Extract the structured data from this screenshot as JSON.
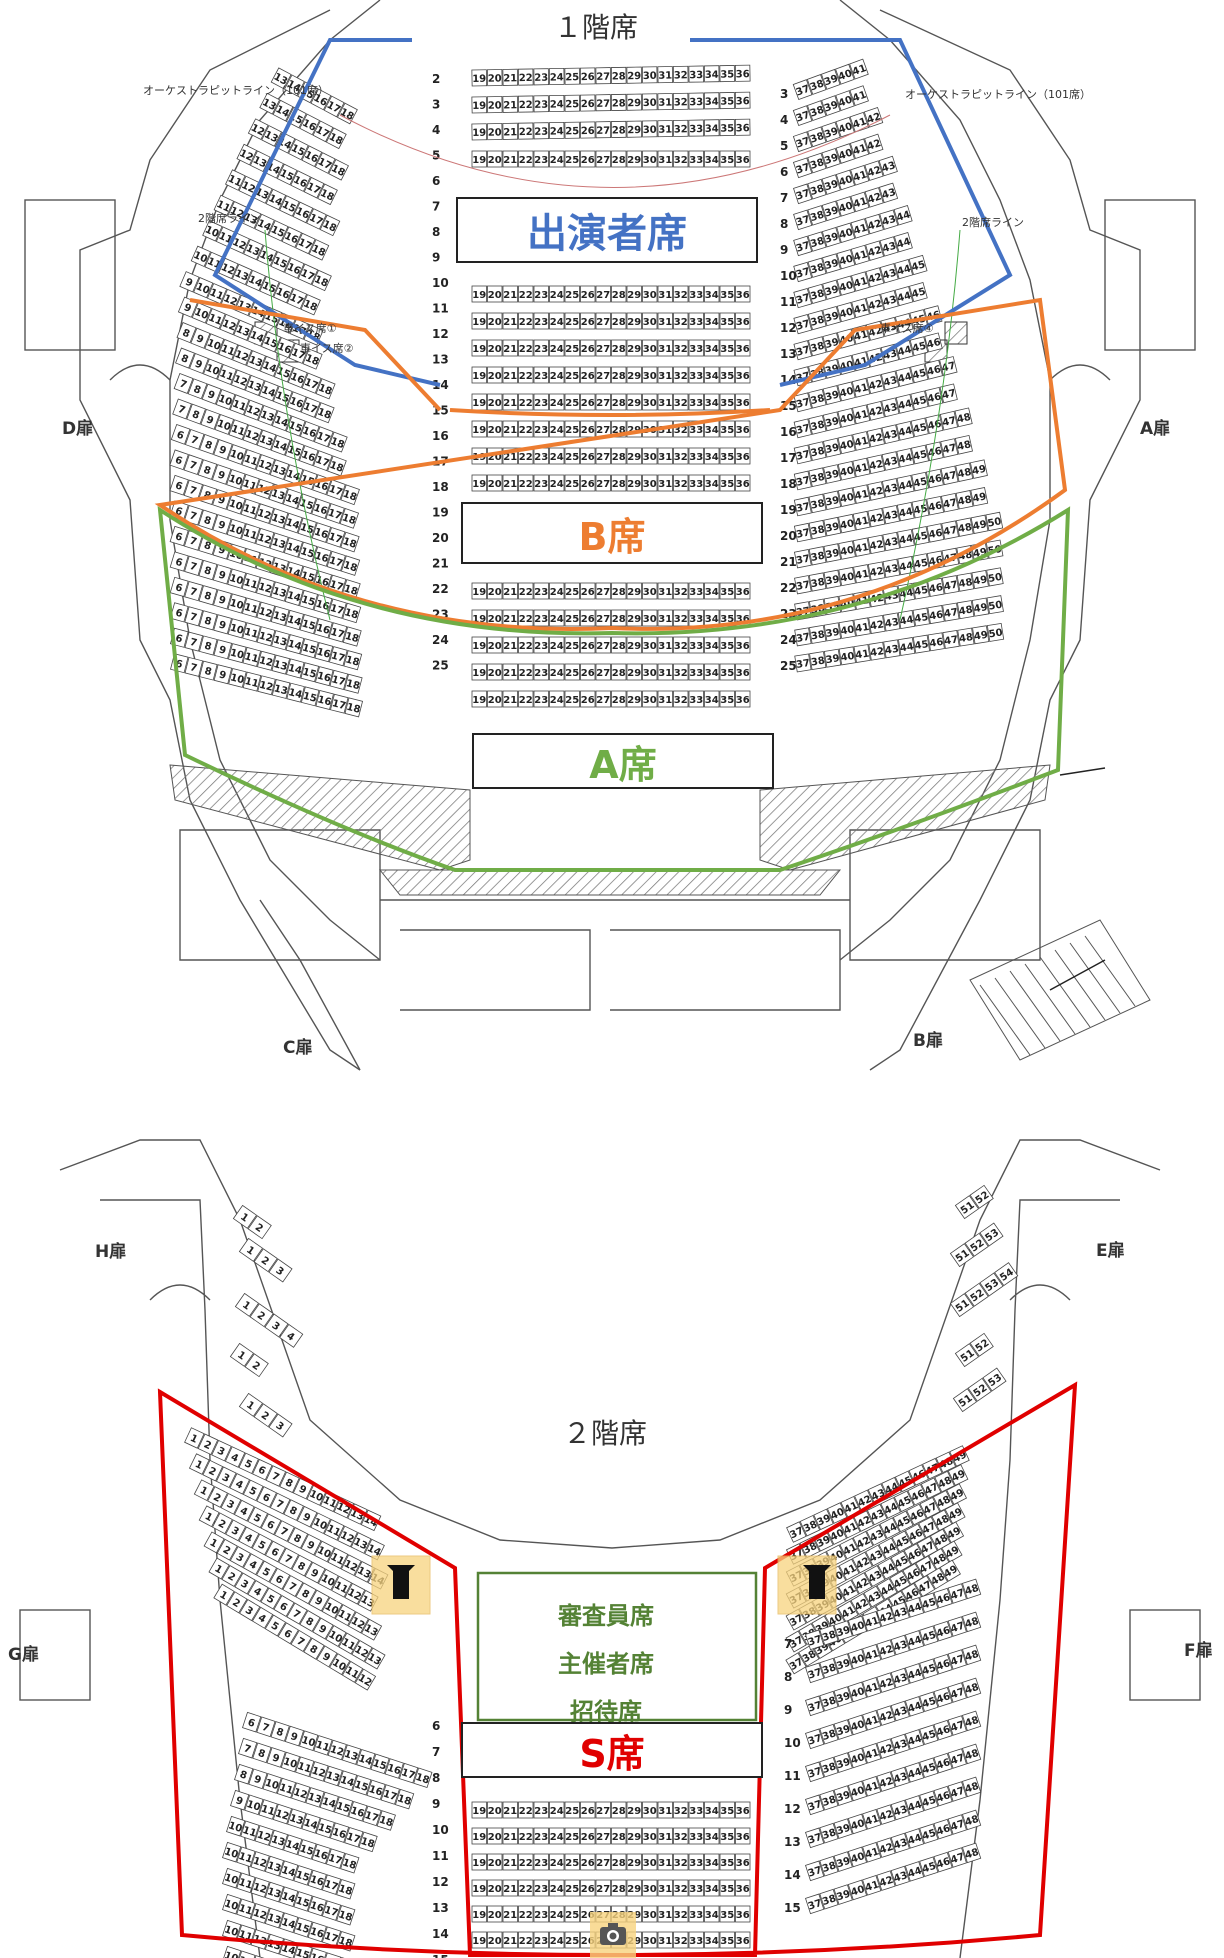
{
  "floor1": {
    "title": "１階席",
    "orchestra_left": "オーケストラピットライン（101席）",
    "orchestra_right": "オーケストラピットライン（101席）",
    "balcony_left": "2階席ライン",
    "balcony_right": "2階席ライン",
    "wheelchair_1": "車イス席①",
    "wheelchair_2": "車イス席②",
    "wheelchair_4": "車イス席④",
    "doors": {
      "a": "A扉",
      "b": "B扉",
      "c": "C扉",
      "d": "D扉"
    },
    "zones": {
      "performer": "出演者席",
      "b": "B席",
      "a": "A席"
    },
    "row_numbers_left": [
      "2",
      "3",
      "4",
      "5",
      "6",
      "7",
      "8",
      "9",
      "10",
      "11",
      "12",
      "13",
      "14",
      "15",
      "16",
      "17",
      "18",
      "19",
      "20",
      "21",
      "22",
      "23",
      "24",
      "25"
    ],
    "row_numbers_right": [
      "3",
      "4",
      "5",
      "6",
      "7",
      "8",
      "9",
      "10",
      "11",
      "12",
      "13",
      "14",
      "15",
      "16",
      "17",
      "18",
      "19",
      "20",
      "21",
      "22",
      "23",
      "24",
      "25"
    ],
    "center_seats": [
      "19",
      "20",
      "21",
      "22",
      "23",
      "24",
      "25",
      "26",
      "27",
      "28",
      "29",
      "30",
      "31",
      "32",
      "33",
      "34",
      "35",
      "36"
    ],
    "left_seats": [
      "6",
      "7",
      "8",
      "9",
      "10",
      "11",
      "12",
      "13",
      "14",
      "15",
      "16",
      "17",
      "18"
    ],
    "right_seats": [
      "37",
      "38",
      "39",
      "40",
      "41",
      "42",
      "43",
      "44",
      "45",
      "46",
      "47",
      "48",
      "49",
      "50"
    ]
  },
  "floor2": {
    "title": "２階席",
    "doors": {
      "e": "E扉",
      "f": "F扉",
      "g": "G扉",
      "h": "H扉"
    },
    "zones": {
      "s": "S席",
      "judges": "審査員席",
      "organizer": "主催者席",
      "invited": "招待席"
    },
    "row_numbers_left": [
      "6",
      "7",
      "8",
      "9",
      "10",
      "11",
      "12",
      "13",
      "14",
      "15"
    ],
    "row_numbers_right": [
      "7",
      "8",
      "9",
      "10",
      "11",
      "12",
      "13",
      "14",
      "15"
    ],
    "center_seats": [
      "19",
      "20",
      "21",
      "22",
      "23",
      "24",
      "25",
      "26",
      "27",
      "28",
      "29",
      "30",
      "31",
      "32",
      "33",
      "34",
      "35",
      "36"
    ],
    "left_seats": [
      "1",
      "2",
      "3",
      "4",
      "5",
      "6",
      "7",
      "8",
      "9",
      "10",
      "11",
      "12",
      "13",
      "14",
      "15",
      "16",
      "17",
      "18"
    ],
    "right_seats": [
      "37",
      "38",
      "39",
      "40",
      "41",
      "42",
      "43",
      "44",
      "45",
      "46",
      "47",
      "48",
      "49",
      "50",
      "51",
      "52",
      "53",
      "54"
    ]
  },
  "colors": {
    "performer": "#4472C4",
    "b": "#ED7D31",
    "a": "#70AD47",
    "s": "#E00000",
    "judges": "#548235",
    "camera": "#F7D37E"
  },
  "icons": [
    "camera-icon",
    "video-camera-icon"
  ]
}
